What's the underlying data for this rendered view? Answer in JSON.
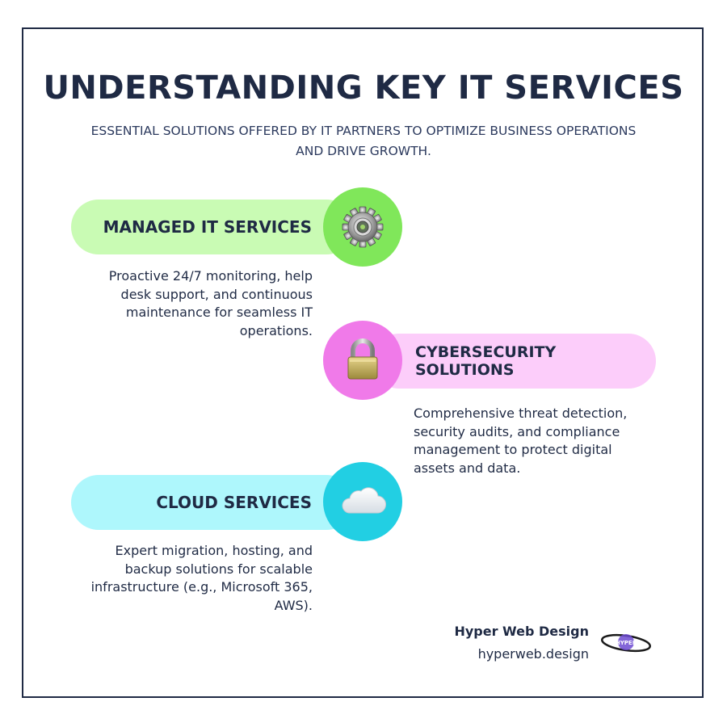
{
  "header": {
    "title": "UNDERSTANDING KEY IT SERVICES",
    "subtitle": "ESSENTIAL SOLUTIONS OFFERED BY IT PARTNERS TO OPTIMIZE BUSINESS OPERATIONS AND DRIVE GROWTH."
  },
  "services": [
    {
      "title": "MANAGED IT SERVICES",
      "description": "Proactive 24/7 monitoring, help desk support, and continuous maintenance for seamless IT operations.",
      "icon": "gear-icon",
      "pill_color": "#c9fbb4",
      "circle_color": "#80e75a"
    },
    {
      "title": "CYBERSECURITY SOLUTIONS",
      "description": "Comprehensive threat detection, security audits, and compliance management to protect digital assets and data.",
      "icon": "padlock-icon",
      "pill_color": "#fccdfa",
      "circle_color": "#f07ae9"
    },
    {
      "title": "CLOUD SERVICES",
      "description": "Expert migration, hosting, and backup solutions for scalable infrastructure (e.g., Microsoft 365, AWS).",
      "icon": "cloud-icon",
      "pill_color": "#aef7fc",
      "circle_color": "#22cfe3"
    }
  ],
  "brand": {
    "name": "Hyper Web Design",
    "url": "hyperweb.design",
    "logo_text": "HYPER",
    "icon": "hyperweb-logo-icon"
  },
  "colors": {
    "navy": "#1f2a44",
    "frame_border": "#1f2a44"
  }
}
